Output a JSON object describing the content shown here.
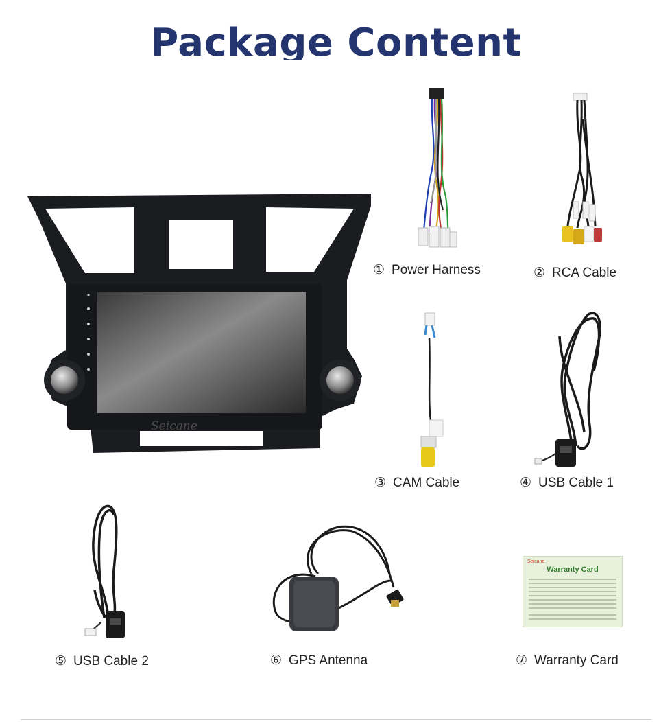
{
  "title": "Package Content",
  "head_unit": {
    "brand": "Seicane"
  },
  "items": [
    {
      "num": "①",
      "label": "Power Harness"
    },
    {
      "num": "②",
      "label": "RCA Cable"
    },
    {
      "num": "③",
      "label": "CAM Cable"
    },
    {
      "num": "④",
      "label": "USB Cable 1"
    },
    {
      "num": "⑤",
      "label": "USB Cable 2"
    },
    {
      "num": "⑥",
      "label": "GPS Antenna"
    },
    {
      "num": "⑦",
      "label": "Warranty Card"
    }
  ],
  "warranty_card": {
    "brand": "Seicane",
    "title": "Warranty Card"
  }
}
